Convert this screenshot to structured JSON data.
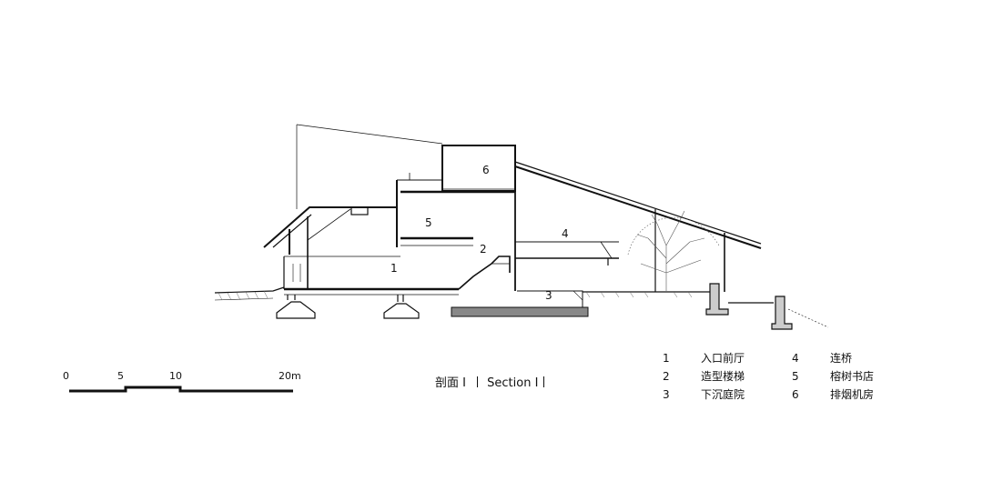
{
  "labels": {
    "l1": "1",
    "l2": "2",
    "l3": "3",
    "l4": "4",
    "l5": "5",
    "l6": "6"
  },
  "scale": {
    "t0": "0",
    "t5": "5",
    "t10": "10",
    "t20": "20m"
  },
  "title": {
    "main": "剖面",
    "numeral_cn": "I",
    "en": "Section",
    "numeral_en": "I"
  },
  "legend": [
    {
      "num": "1",
      "name": "入口前厅"
    },
    {
      "num": "2",
      "name": "造型楼梯"
    },
    {
      "num": "3",
      "name": "下沉庭院"
    },
    {
      "num": "4",
      "name": "连桥"
    },
    {
      "num": "5",
      "name": "榕树书店"
    },
    {
      "num": "6",
      "name": "排烟机房"
    }
  ]
}
